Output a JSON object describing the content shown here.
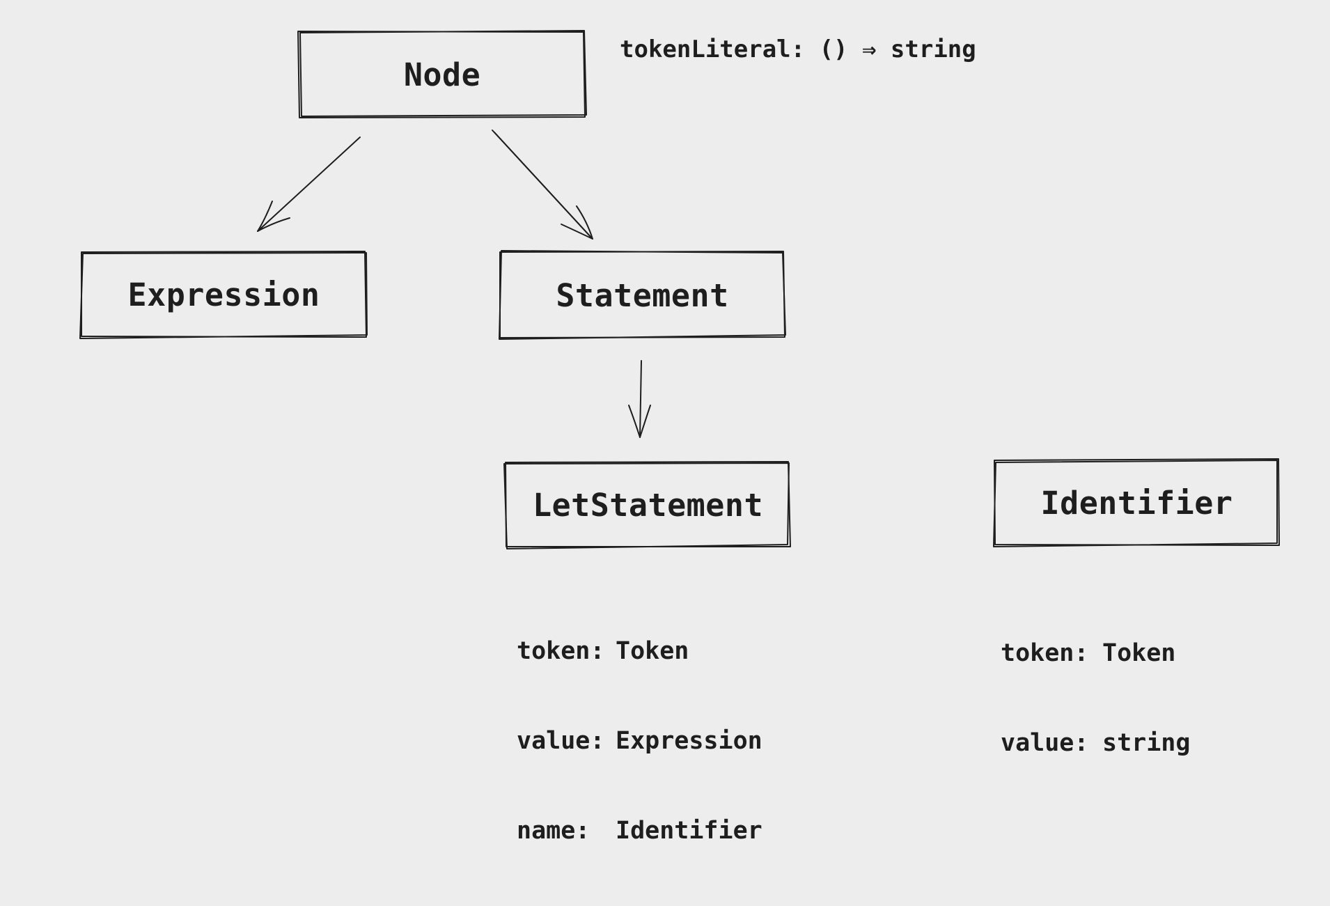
{
  "nodes": {
    "node": {
      "label": "Node"
    },
    "expression": {
      "label": "Expression"
    },
    "statement": {
      "label": "Statement"
    },
    "let_statement": {
      "label": "LetStatement"
    },
    "identifier": {
      "label": "Identifier"
    }
  },
  "annotations": {
    "node_method": "tokenLiteral: () ⇒ string",
    "let_statement_fields": [
      {
        "key": "token:",
        "type": "Token"
      },
      {
        "key": "value:",
        "type": "Expression"
      },
      {
        "key": "name:",
        "type": "Identifier"
      }
    ],
    "identifier_fields": [
      {
        "key": "token:",
        "type": "Token"
      },
      {
        "key": "value:",
        "type": "string"
      }
    ]
  },
  "edges": [
    {
      "from": "Node",
      "to": "Expression"
    },
    {
      "from": "Node",
      "to": "Statement"
    },
    {
      "from": "Statement",
      "to": "LetStatement"
    }
  ]
}
